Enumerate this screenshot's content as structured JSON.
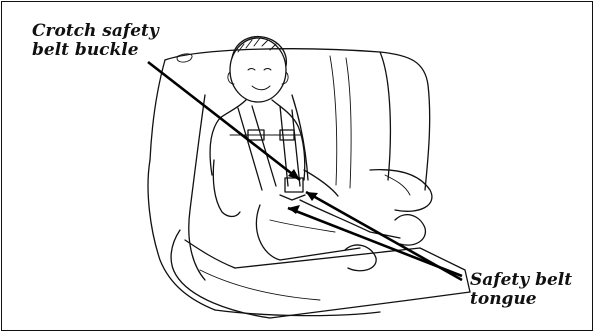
{
  "figure": {
    "labels": {
      "crotch_buckle_line1": "Crotch safety",
      "crotch_buckle_line2": "belt buckle",
      "tongue_line1": "Safety belt",
      "tongue_line2": "tongue"
    },
    "colors": {
      "ink": "#111111",
      "background": "#ffffff"
    }
  }
}
